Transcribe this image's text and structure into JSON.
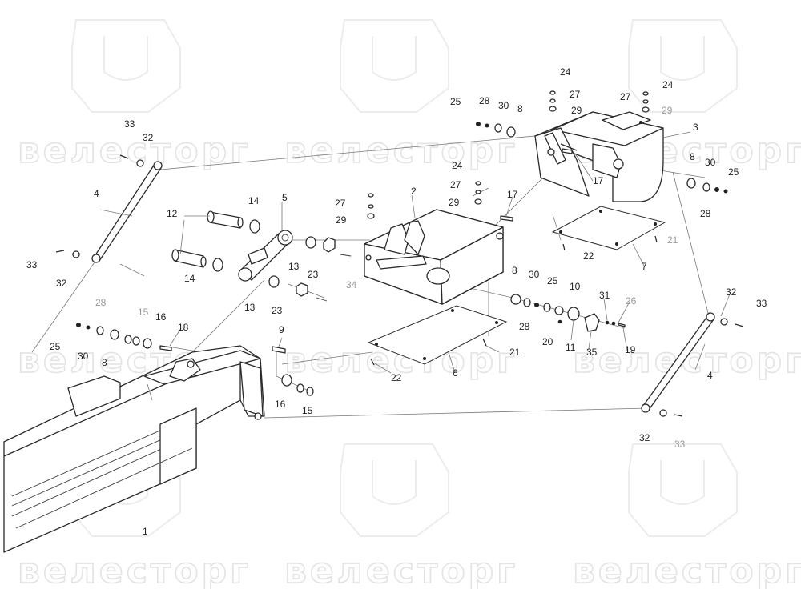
{
  "watermark": {
    "text": "велесторг"
  },
  "labels": {
    "l_1": "1",
    "l_2": "2",
    "l_3": "3",
    "l_4a": "4",
    "l_4b": "4",
    "l_5": "5",
    "l_6": "6",
    "l_7": "7",
    "l_8a": "8",
    "l_8b": "8",
    "l_8c": "8",
    "l_8d": "8",
    "l_9": "9",
    "l_10": "10",
    "l_11": "11",
    "l_12": "12",
    "l_13a": "13",
    "l_13b": "13",
    "l_14a": "14",
    "l_14b": "14",
    "l_15a": "15",
    "l_15b": "15",
    "l_16a": "16",
    "l_16b": "16",
    "l_17a": "17",
    "l_17b": "17",
    "l_18": "18",
    "l_19": "19",
    "l_20": "20",
    "l_21a": "21",
    "l_21b": "21",
    "l_22a": "22",
    "l_22b": "22",
    "l_23a": "23",
    "l_23b": "23",
    "l_24a": "24",
    "l_24b": "24",
    "l_24c": "24",
    "l_25a": "25",
    "l_25b": "25",
    "l_25c": "25",
    "l_25d": "25",
    "l_26": "26",
    "l_27a": "27",
    "l_27b": "27",
    "l_27c": "27",
    "l_27d": "27",
    "l_28a": "28",
    "l_28b": "28",
    "l_28c": "28",
    "l_28d": "28",
    "l_29a": "29",
    "l_29b": "29",
    "l_29c": "29",
    "l_29d": "29",
    "l_30a": "30",
    "l_30b": "30",
    "l_30c": "30",
    "l_30d": "30",
    "l_31": "31",
    "l_32a": "32",
    "l_32b": "32",
    "l_32c": "32",
    "l_32d": "32",
    "l_33a": "33",
    "l_33b": "33",
    "l_33c": "33",
    "l_33d": "33",
    "l_34": "34",
    "l_35": "35"
  }
}
